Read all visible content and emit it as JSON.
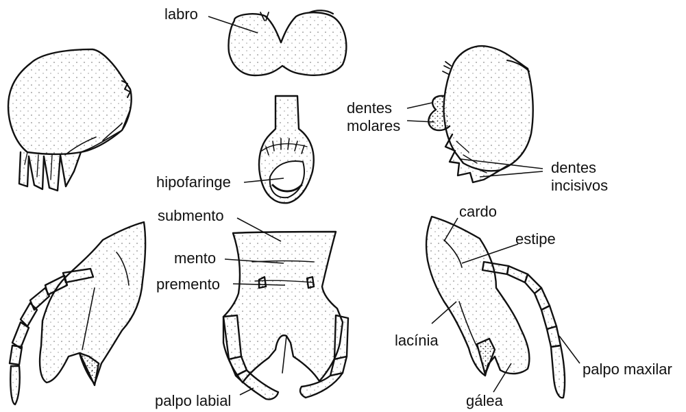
{
  "colors": {
    "ink": "#111111",
    "paper": "#ffffff"
  },
  "parts": [
    {
      "id": "mandible-left",
      "name": "mandíbula esquerda"
    },
    {
      "id": "labrum",
      "name": "labro"
    },
    {
      "id": "mandible-right",
      "name": "mandíbula direita"
    },
    {
      "id": "hypopharynx",
      "name": "hipofaringe"
    },
    {
      "id": "maxilla-left",
      "name": "maxila esquerda"
    },
    {
      "id": "labium",
      "name": "lábio"
    },
    {
      "id": "maxilla-right",
      "name": "maxila direita"
    }
  ],
  "labels": {
    "labro": "labro",
    "dentes_molares": "dentes\nmolares",
    "dentes_incisivos": "dentes\nincisivos",
    "hipofaringe": "hipofaringe",
    "submento": "submento",
    "mento": "mento",
    "premento": "premento",
    "palpo_labial": "palpo labial",
    "cardo": "cardo",
    "estipe": "estipe",
    "lacinia": "lacínia",
    "palpo_maxilar": "palpo maxilar",
    "galea": "gálea"
  }
}
